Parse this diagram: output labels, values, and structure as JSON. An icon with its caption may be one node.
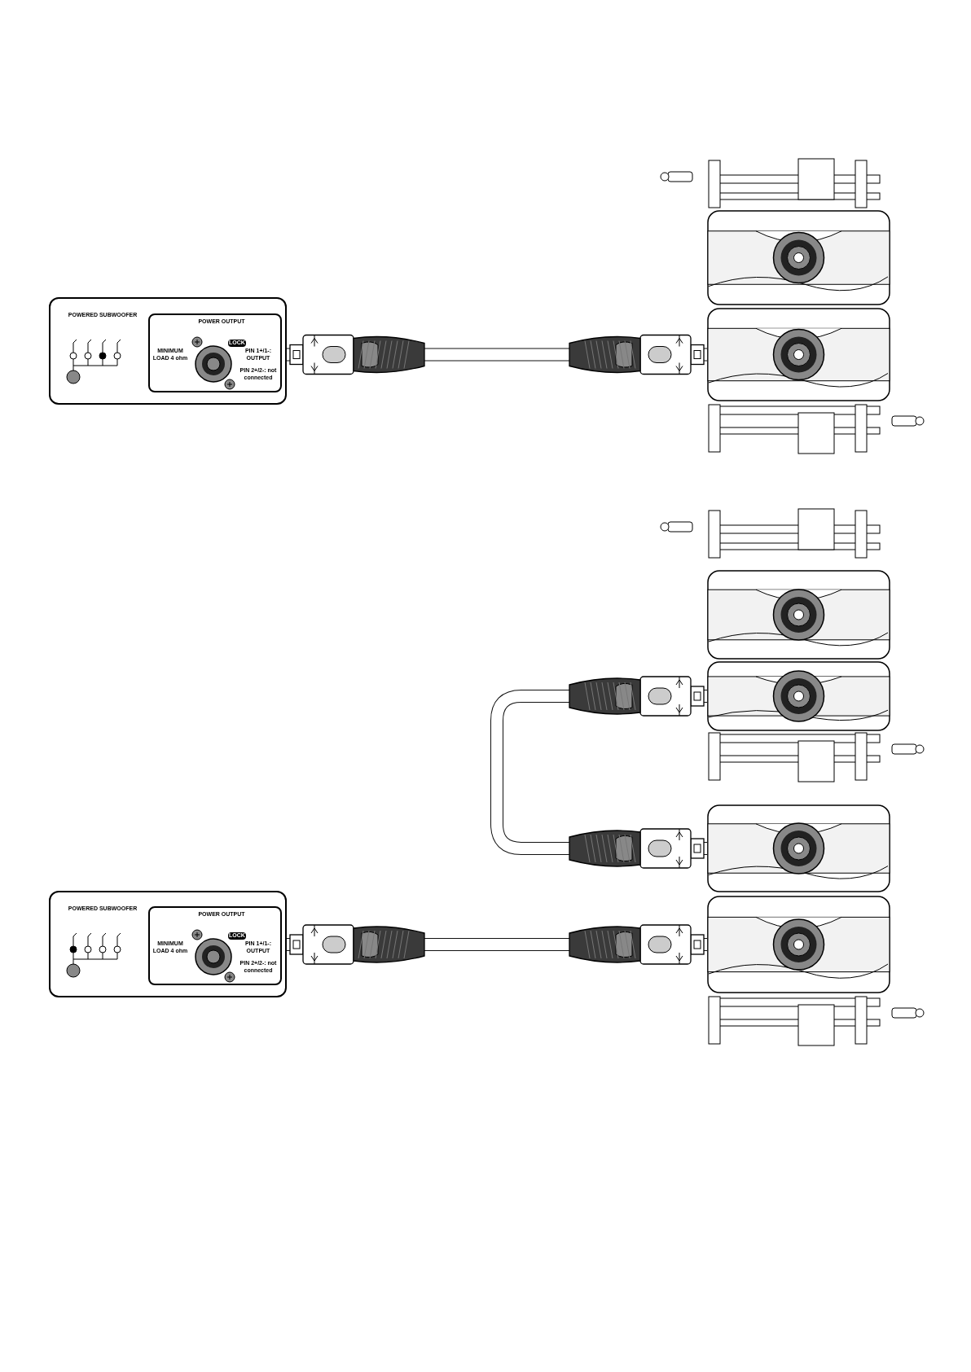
{
  "diagram": {
    "nodes": [
      {
        "text": [
          "POWERED SUBWOOFER"
        ]
      },
      {
        "text": [
          "POWER OUTPUT",
          "LOCK",
          "MINIMUM LOAD 4 ohm",
          "PIN 1+/1-: OUTPUT",
          "PIN 2+/2-: not connected"
        ],
        "in": 0
      },
      {
        "text": [],
        "shape": "picture"
      },
      {
        "text": [],
        "shape": "picture"
      },
      {
        "text": [
          "POWERED SUBWOOFER"
        ]
      },
      {
        "text": [
          "POWER OUTPUT",
          "LOCK",
          "MINIMUM LOAD 4 ohm",
          "PIN 1+/1-: OUTPUT",
          "PIN 2+/2-: not connected"
        ],
        "in": 4
      },
      {
        "text": [],
        "shape": "picture"
      },
      {
        "text": [],
        "shape": "picture"
      },
      {
        "text": [],
        "shape": "picture"
      },
      {
        "text": [],
        "shape": "picture"
      }
    ],
    "edges": [
      {
        "from": 0,
        "to": 3,
        "arrow": "none"
      },
      {
        "from": 8,
        "to": 7,
        "arrow": "none"
      },
      {
        "from": 4,
        "to": 9,
        "arrow": "none"
      }
    ]
  }
}
